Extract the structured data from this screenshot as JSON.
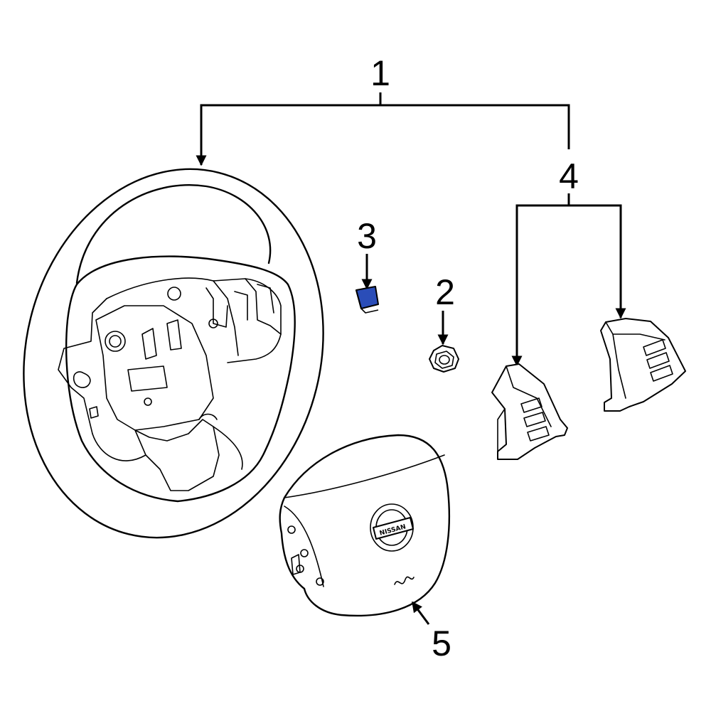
{
  "callouts": {
    "c1": "1",
    "c2": "2",
    "c3": "3",
    "c4": "4",
    "c5": "5"
  },
  "emblem": {
    "text": "NISSAN"
  },
  "colors": {
    "highlight": "#2a4db8",
    "line": "#000000",
    "background": "#ffffff"
  }
}
